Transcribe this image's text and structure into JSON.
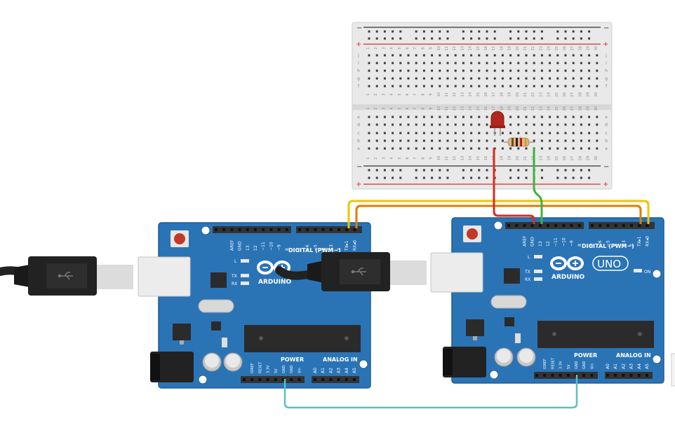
{
  "canvas": {
    "background": "#ffffff"
  },
  "colors": {
    "board": "#2a74b6",
    "board_edge": "#1d5c96",
    "breadboard": "#e9e9e9",
    "rail_red": "#d32f2f",
    "rail_dark": "#333333",
    "wire_yellow": "#f2c300",
    "wire_orange": "#e07b00",
    "wire_red": "#d62d20",
    "wire_green": "#3db33d",
    "wire_cyan": "#5bbfc4",
    "led": "#b3261e",
    "cable": "#222222"
  },
  "breadboard": {
    "rail_plus": "+",
    "rail_minus": "−",
    "row_letters_top": [
      "j",
      "i",
      "h",
      "g",
      "f"
    ],
    "row_letters_bottom": [
      "e",
      "d",
      "c",
      "b",
      "a"
    ],
    "column_numbers": [
      "1",
      "2",
      "3",
      "4",
      "5",
      "6",
      "7",
      "8",
      "9",
      "10",
      "11",
      "12",
      "13",
      "14",
      "15",
      "16",
      "17",
      "18",
      "19",
      "20",
      "21",
      "22",
      "23",
      "24",
      "25",
      "26",
      "27",
      "28",
      "29",
      "30"
    ]
  },
  "boards": [
    {
      "id": "arduino-left",
      "brand": "ARDUINO",
      "model": "",
      "digital_label": "DIGITAL (PWM~)",
      "power_label": "POWER",
      "analog_label": "ANALOG IN",
      "led_labels": {
        "l": "L",
        "tx": "TX",
        "rx": "RX"
      },
      "digital_pins": [
        "AREF",
        "GND",
        "13",
        "12",
        "~11",
        "~10",
        "~9",
        "8",
        "7",
        "~6",
        "~5",
        "4",
        "~3",
        "2",
        "TX▸1",
        "RX◂0"
      ],
      "power_pins": [
        "IOREF",
        "RESET",
        "3.3V",
        "5V",
        "GND",
        "GND",
        "Vin"
      ],
      "analog_pins": [
        "A0",
        "A1",
        "A2",
        "A3",
        "A4",
        "A5"
      ]
    },
    {
      "id": "arduino-right",
      "brand": "ARDUINO",
      "model": "UNO",
      "on_label": "ON",
      "digital_label": "DIGITAL (PWM~)",
      "power_label": "POWER",
      "analog_label": "ANALOG IN",
      "led_labels": {
        "l": "L",
        "tx": "TX",
        "rx": "RX"
      },
      "digital_pins": [
        "AREF",
        "GND",
        "13",
        "12",
        "~11",
        "~10",
        "~9",
        "8",
        "7",
        "~6",
        "~5",
        "4",
        "~3",
        "2",
        "TX▸1",
        "RX◂0"
      ],
      "power_pins": [
        "IOREF",
        "RESET",
        "3.3V",
        "5V",
        "GND",
        "GND",
        "Vin"
      ],
      "analog_pins": [
        "A0",
        "A1",
        "A2",
        "A3",
        "A4",
        "A5"
      ]
    }
  ]
}
